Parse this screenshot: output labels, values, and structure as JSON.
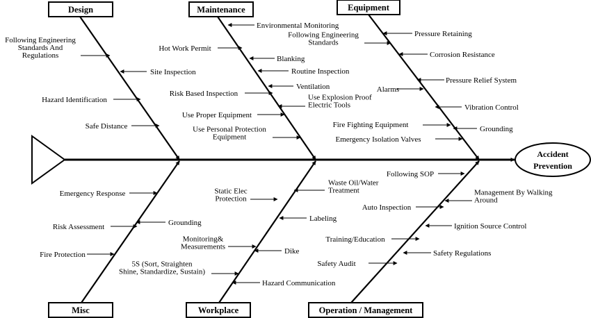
{
  "effect": {
    "line1": "Accident",
    "line2": "Prevention"
  },
  "categories": {
    "design": "Design",
    "maintenance": "Maintenance",
    "equipment": "Equipment",
    "misc": "Misc",
    "workplace": "Workplace",
    "operation": "Operation / Management"
  },
  "causes": {
    "design": [
      [
        "Following Engineering",
        "Standards And",
        "Regulations"
      ],
      [
        "Site Inspection"
      ],
      [
        "Hazard Identification"
      ],
      [
        "Safe Distance"
      ]
    ],
    "maintenance": [
      [
        "Environmental Monitoring"
      ],
      [
        "Hot  Work Permit"
      ],
      [
        "Blanking"
      ],
      [
        "Routine Inspection"
      ],
      [
        "Ventilation"
      ],
      [
        "Risk Based Inspection"
      ],
      [
        "Use Explosion Proof",
        "Electric Tools"
      ],
      [
        "Use Proper Equipment"
      ],
      [
        "Use Personal Protection",
        "Equipment"
      ]
    ],
    "equipment": [
      [
        "Pressure Retaining"
      ],
      [
        "Following Engineering",
        "Standards"
      ],
      [
        "Corrosion Resistance"
      ],
      [
        "Pressure Relief System"
      ],
      [
        "Alarms"
      ],
      [
        "Vibration Control"
      ],
      [
        "Fire Fighting Equipment"
      ],
      [
        "Grounding"
      ],
      [
        "Emergency Isolation Valves"
      ]
    ],
    "misc": [
      [
        "Emergency Response"
      ],
      [
        "Risk Assessment"
      ],
      [
        "Grounding"
      ],
      [
        "Fire Protection"
      ]
    ],
    "workplace": [
      [
        "Waste Oil/Water",
        "Treatment"
      ],
      [
        "Static Elec",
        "Protection"
      ],
      [
        "Labeling"
      ],
      [
        "Monitoring&",
        "Measurements"
      ],
      [
        "Dike"
      ],
      [
        "5S (Sort, Straighten",
        "Shine, Standardize, Sustain)"
      ],
      [
        "Hazard Communication"
      ]
    ],
    "operation": [
      [
        "Following SOP"
      ],
      [
        "Management By Walking",
        "Around"
      ],
      [
        "Auto Inspection"
      ],
      [
        "Ignition Source Control"
      ],
      [
        "Training/Education"
      ],
      [
        "Safety Regulations"
      ],
      [
        "Safety Audit"
      ]
    ]
  }
}
